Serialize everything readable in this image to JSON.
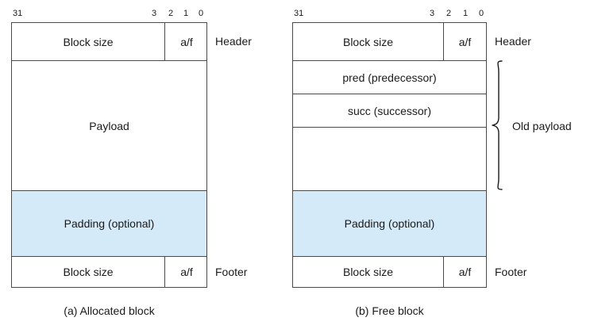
{
  "figure": {
    "bit_ruler": {
      "msb": "31",
      "bit3": "3",
      "bit2": "2",
      "bit1": "1",
      "bit0": "0"
    },
    "colors": {
      "padding_fill": "#d4eaf8",
      "border": "#4a4a4a",
      "text": "#1a1a1a",
      "background": "#ffffff"
    },
    "blocks": [
      {
        "id": "allocated",
        "caption": "(a) Allocated block",
        "rows": [
          {
            "name": "header",
            "size_label": "Block size",
            "flag_label": "a/f",
            "side_label": "Header",
            "split": true,
            "shaded": false
          },
          {
            "name": "payload",
            "label": "Payload",
            "split": false,
            "shaded": false
          },
          {
            "name": "padding",
            "label": "Padding (optional)",
            "split": false,
            "shaded": true
          },
          {
            "name": "footer",
            "size_label": "Block size",
            "flag_label": "a/f",
            "side_label": "Footer",
            "split": true,
            "shaded": false
          }
        ]
      },
      {
        "id": "free",
        "caption": "(b) Free block",
        "brace_label": "Old payload",
        "rows": [
          {
            "name": "header",
            "size_label": "Block size",
            "flag_label": "a/f",
            "side_label": "Header",
            "split": true,
            "shaded": false
          },
          {
            "name": "pred",
            "label": "pred (predecessor)",
            "split": false,
            "shaded": false
          },
          {
            "name": "succ",
            "label": "succ (successor)",
            "split": false,
            "shaded": false
          },
          {
            "name": "remainder",
            "label": "",
            "split": false,
            "shaded": false
          },
          {
            "name": "padding",
            "label": "Padding (optional)",
            "split": false,
            "shaded": true
          },
          {
            "name": "footer",
            "size_label": "Block size",
            "flag_label": "a/f",
            "side_label": "Footer",
            "split": true,
            "shaded": false
          }
        ]
      }
    ]
  }
}
